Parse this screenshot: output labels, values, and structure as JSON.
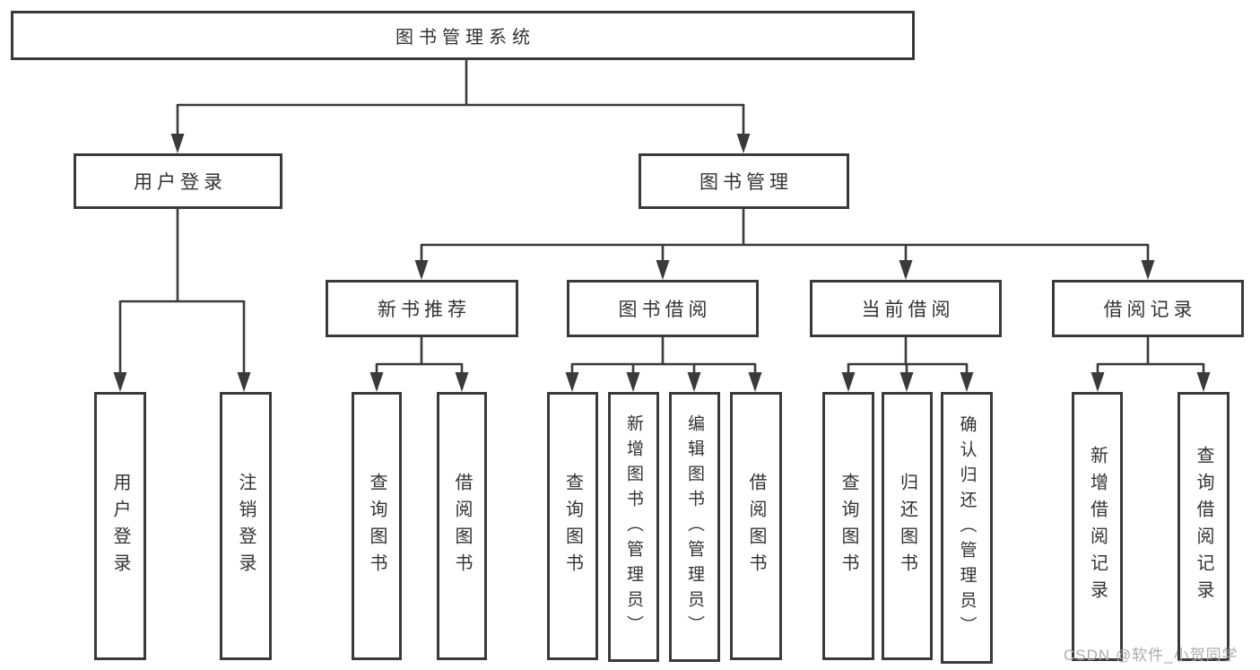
{
  "diagram_title": "图书管理系统",
  "watermark": "CSDN @软件_小贺同学",
  "colors": {
    "line": "#3a3a3a",
    "box_border": "#3a3a3a",
    "box_fill": "#ffffff",
    "text": "#333333",
    "watermark": "#ababab",
    "background": "#ffffff"
  },
  "nodes": {
    "root": {
      "label": "图书管理系统"
    },
    "user_login": {
      "label": "用户登录"
    },
    "book_management": {
      "label": "图书管理"
    },
    "new_book_recommend": {
      "label": "新书推荐"
    },
    "book_borrow": {
      "label": "图书借阅"
    },
    "current_borrow": {
      "label": "当前借阅"
    },
    "borrow_records": {
      "label": "借阅记录"
    },
    "login": {
      "label": "用户登录"
    },
    "logout": {
      "label": "注销登录"
    },
    "nb_query_books": {
      "label": "查询图书"
    },
    "nb_borrow_books": {
      "label": "借阅图书"
    },
    "bb_query_books": {
      "label": "查询图书"
    },
    "bb_add_books": {
      "label": "新增图书（管理员）"
    },
    "bb_edit_books": {
      "label": "编辑图书（管理员）"
    },
    "bb_borrow_books": {
      "label": "借阅图书"
    },
    "cb_query_books": {
      "label": "查询图书"
    },
    "cb_return_books": {
      "label": "归还图书"
    },
    "cb_confirm_return": {
      "label": "确认归还（管理员）"
    },
    "br_add_record": {
      "label": "新增借阅记录"
    },
    "br_query_record": {
      "label": "查询借阅记录"
    }
  },
  "hierarchy": {
    "图书管理系统": {
      "用户登录": [
        "用户登录",
        "注销登录"
      ],
      "图书管理": {
        "新书推荐": [
          "查询图书",
          "借阅图书"
        ],
        "图书借阅": [
          "查询图书",
          "新增图书（管理员）",
          "编辑图书（管理员）",
          "借阅图书"
        ],
        "当前借阅": [
          "查询图书",
          "归还图书",
          "确认归还（管理员）"
        ],
        "借阅记录": [
          "新增借阅记录",
          "查询借阅记录"
        ]
      }
    }
  }
}
